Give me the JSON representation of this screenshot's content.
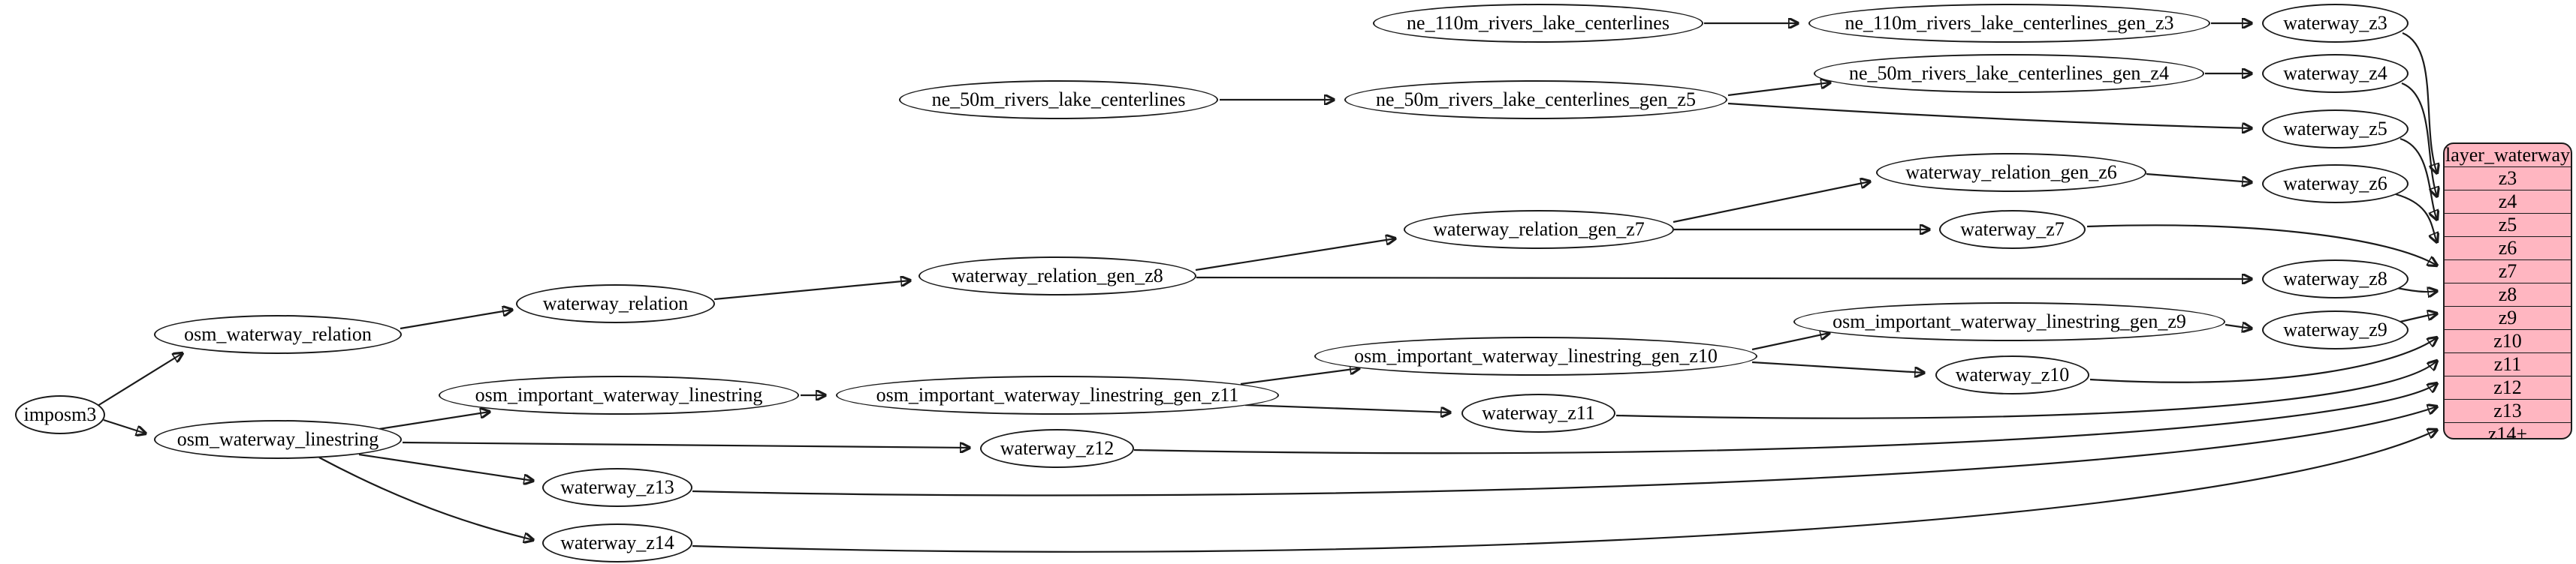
{
  "diagram": {
    "background_color": "#ffffff",
    "node_fill": "#ffffff",
    "node_stroke": "#1a1a1a",
    "table": {
      "title": "layer_waterway",
      "fill": "#ffb6c1",
      "rows": [
        "z3",
        "z4",
        "z5",
        "z6",
        "z7",
        "z8",
        "z9",
        "z10",
        "z11",
        "z12",
        "z13",
        "z14+"
      ]
    },
    "nodes": {
      "imposm3": {
        "label": "imposm3"
      },
      "osm_waterway_relation": {
        "label": "osm_waterway_relation"
      },
      "osm_waterway_linestring": {
        "label": "osm_waterway_linestring"
      },
      "waterway_relation": {
        "label": "waterway_relation"
      },
      "osm_important_waterway_linestring": {
        "label": "osm_important_waterway_linestring"
      },
      "waterway_z13": {
        "label": "waterway_z13"
      },
      "waterway_z14": {
        "label": "waterway_z14"
      },
      "ne_50m_rivers_lake_centerlines": {
        "label": "ne_50m_rivers_lake_centerlines"
      },
      "waterway_relation_gen_z8": {
        "label": "waterway_relation_gen_z8"
      },
      "osm_important_waterway_linestring_gen_z11": {
        "label": "osm_important_waterway_linestring_gen_z11"
      },
      "waterway_z12": {
        "label": "waterway_z12"
      },
      "ne_110m_rivers_lake_centerlines": {
        "label": "ne_110m_rivers_lake_centerlines"
      },
      "ne_50m_rivers_lake_centerlines_gen_z5": {
        "label": "ne_50m_rivers_lake_centerlines_gen_z5"
      },
      "waterway_relation_gen_z7": {
        "label": "waterway_relation_gen_z7"
      },
      "osm_important_waterway_linestring_gen_z10": {
        "label": "osm_important_waterway_linestring_gen_z10"
      },
      "waterway_z11": {
        "label": "waterway_z11"
      },
      "ne_110m_rivers_lake_centerlines_gen_z3": {
        "label": "ne_110m_rivers_lake_centerlines_gen_z3"
      },
      "ne_50m_rivers_lake_centerlines_gen_z4": {
        "label": "ne_50m_rivers_lake_centerlines_gen_z4"
      },
      "waterway_relation_gen_z6": {
        "label": "waterway_relation_gen_z6"
      },
      "waterway_z7": {
        "label": "waterway_z7"
      },
      "osm_important_waterway_linestring_gen_z9": {
        "label": "osm_important_waterway_linestring_gen_z9"
      },
      "waterway_z10": {
        "label": "waterway_z10"
      },
      "waterway_z3": {
        "label": "waterway_z3"
      },
      "waterway_z4": {
        "label": "waterway_z4"
      },
      "waterway_z5": {
        "label": "waterway_z5"
      },
      "waterway_z6": {
        "label": "waterway_z6"
      },
      "waterway_z8": {
        "label": "waterway_z8"
      },
      "waterway_z9": {
        "label": "waterway_z9"
      }
    },
    "edges": [
      [
        "imposm3",
        "osm_waterway_relation"
      ],
      [
        "imposm3",
        "osm_waterway_linestring"
      ],
      [
        "osm_waterway_relation",
        "waterway_relation"
      ],
      [
        "waterway_relation",
        "waterway_relation_gen_z8"
      ],
      [
        "waterway_relation_gen_z8",
        "waterway_relation_gen_z7"
      ],
      [
        "waterway_relation_gen_z8",
        "waterway_z8"
      ],
      [
        "waterway_relation_gen_z7",
        "waterway_relation_gen_z6"
      ],
      [
        "waterway_relation_gen_z7",
        "waterway_z7"
      ],
      [
        "waterway_relation_gen_z6",
        "waterway_z6"
      ],
      [
        "osm_waterway_linestring",
        "osm_important_waterway_linestring"
      ],
      [
        "osm_waterway_linestring",
        "waterway_z12"
      ],
      [
        "osm_waterway_linestring",
        "waterway_z13"
      ],
      [
        "osm_waterway_linestring",
        "waterway_z14"
      ],
      [
        "osm_important_waterway_linestring",
        "osm_important_waterway_linestring_gen_z11"
      ],
      [
        "osm_important_waterway_linestring_gen_z11",
        "osm_important_waterway_linestring_gen_z10"
      ],
      [
        "osm_important_waterway_linestring_gen_z11",
        "waterway_z11"
      ],
      [
        "osm_important_waterway_linestring_gen_z10",
        "osm_important_waterway_linestring_gen_z9"
      ],
      [
        "osm_important_waterway_linestring_gen_z10",
        "waterway_z10"
      ],
      [
        "osm_important_waterway_linestring_gen_z9",
        "waterway_z9"
      ],
      [
        "ne_110m_rivers_lake_centerlines",
        "ne_110m_rivers_lake_centerlines_gen_z3"
      ],
      [
        "ne_110m_rivers_lake_centerlines_gen_z3",
        "waterway_z3"
      ],
      [
        "ne_50m_rivers_lake_centerlines",
        "ne_50m_rivers_lake_centerlines_gen_z5"
      ],
      [
        "ne_50m_rivers_lake_centerlines_gen_z5",
        "ne_50m_rivers_lake_centerlines_gen_z4"
      ],
      [
        "ne_50m_rivers_lake_centerlines_gen_z5",
        "waterway_z5"
      ],
      [
        "ne_50m_rivers_lake_centerlines_gen_z4",
        "waterway_z4"
      ],
      [
        "waterway_z3",
        "layer_waterway.z3"
      ],
      [
        "waterway_z4",
        "layer_waterway.z4"
      ],
      [
        "waterway_z5",
        "layer_waterway.z5"
      ],
      [
        "waterway_z6",
        "layer_waterway.z6"
      ],
      [
        "waterway_z7",
        "layer_waterway.z7"
      ],
      [
        "waterway_z8",
        "layer_waterway.z8"
      ],
      [
        "waterway_z9",
        "layer_waterway.z9"
      ],
      [
        "waterway_z10",
        "layer_waterway.z10"
      ],
      [
        "waterway_z11",
        "layer_waterway.z11"
      ],
      [
        "waterway_z12",
        "layer_waterway.z12"
      ],
      [
        "waterway_z13",
        "layer_waterway.z13"
      ],
      [
        "waterway_z14",
        "layer_waterway.z14+"
      ]
    ]
  }
}
